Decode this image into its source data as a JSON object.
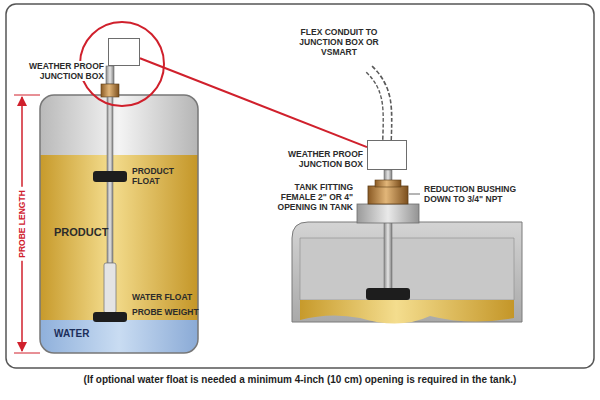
{
  "diagram": {
    "caption": "(If optional water float is needed a minimum 4-inch (10 cm) opening is required in the tank.)",
    "nodes": [
      {
        "text": [
          "WEATHER PROOF JUNCTION BOX"
        ]
      },
      {
        "text": [
          "WEATHER PROOF JUNCTION BOX"
        ]
      }
    ],
    "edges": [
      {
        "from": 0,
        "to": 1,
        "arrow": "none"
      }
    ],
    "labels": [
      "PROBE LENGTH",
      "PRODUCT FLOAT",
      "PRODUCT",
      "WATER FLOAT",
      "PROBE WEIGHT",
      "WATER",
      "FLEX CONDUIT TO JUNCTION BOX OR VSMART",
      "TANK FITTING FEMALE 2\" OR 4\" OPENING IN TANK",
      "REDUCTION BUSHING DOWN TO 3/4\" NPT"
    ]
  }
}
